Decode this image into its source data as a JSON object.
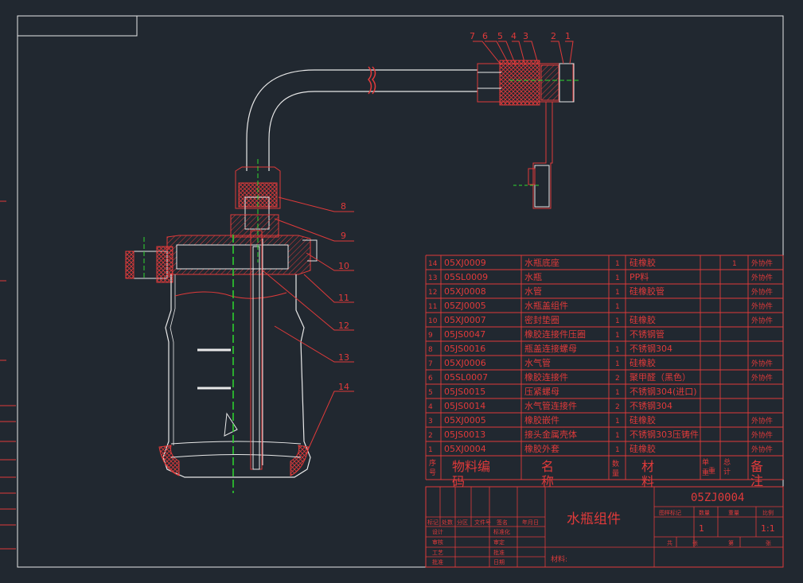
{
  "drawing": {
    "title": "水瓶组件",
    "code": "05ZJ0004",
    "quantity": "1",
    "scale": "1:1",
    "material_label": "材料:"
  },
  "callouts": [
    "1",
    "2",
    "3",
    "4",
    "5",
    "6",
    "7",
    "8",
    "9",
    "10",
    "11",
    "12",
    "13",
    "14"
  ],
  "bom": {
    "rows": [
      {
        "no": "14",
        "code": "05XJ0009",
        "name": "水瓶底座",
        "qty": "1",
        "mat": "硅橡胶",
        "total": "1",
        "note": "外协件"
      },
      {
        "no": "13",
        "code": "05SL0009",
        "name": "水瓶",
        "qty": "1",
        "mat": "PP料",
        "total": "",
        "note": "外协件"
      },
      {
        "no": "12",
        "code": "05XJ0008",
        "name": "水管",
        "qty": "1",
        "mat": "硅橡胶管",
        "total": "",
        "note": "外协件"
      },
      {
        "no": "11",
        "code": "05ZJ0005",
        "name": "水瓶盖组件",
        "qty": "1",
        "mat": "",
        "total": "",
        "note": "外协件"
      },
      {
        "no": "10",
        "code": "05XJ0007",
        "name": "密封垫圈",
        "qty": "1",
        "mat": "硅橡胶",
        "total": "",
        "note": "外协件"
      },
      {
        "no": "9",
        "code": "05JS0047",
        "name": "橡胶连接件压圈",
        "qty": "1",
        "mat": "不锈钢管",
        "total": "",
        "note": ""
      },
      {
        "no": "8",
        "code": "05JS0016",
        "name": "瓶盖连接螺母",
        "qty": "1",
        "mat": "不锈钢304",
        "total": "",
        "note": ""
      },
      {
        "no": "7",
        "code": "05XJ0006",
        "name": "水气管",
        "qty": "1",
        "mat": "硅橡胶",
        "total": "",
        "note": "外协件"
      },
      {
        "no": "6",
        "code": "05SL0007",
        "name": "橡胶连接件",
        "qty": "2",
        "mat": "聚甲醛（黑色）",
        "total": "",
        "note": "外协件"
      },
      {
        "no": "5",
        "code": "05JS0015",
        "name": "压紧螺母",
        "qty": "1",
        "mat": "不锈钢304(进口)",
        "total": "",
        "note": ""
      },
      {
        "no": "4",
        "code": "05JS0014",
        "name": "水气管连接件",
        "qty": "2",
        "mat": "不锈钢304",
        "total": "",
        "note": ""
      },
      {
        "no": "3",
        "code": "05XJ0005",
        "name": "橡胶嵌件",
        "qty": "1",
        "mat": "硅橡胶",
        "total": "",
        "note": "外协件"
      },
      {
        "no": "2",
        "code": "05JS0013",
        "name": "接头金属壳体",
        "qty": "1",
        "mat": "不锈钢303压铸件",
        "total": "",
        "note": "外协件"
      },
      {
        "no": "1",
        "code": "05XJ0004",
        "name": "橡胶外套",
        "qty": "1",
        "mat": "硅橡胶",
        "total": "",
        "note": "外协件"
      }
    ],
    "header": {
      "no_a": "序",
      "no_b": "号",
      "code_a": "物料编",
      "code_b": "码",
      "name_a": "名",
      "name_b": "称",
      "qty_a": "数",
      "qty_b": "量",
      "mat_a": "材",
      "mat_b": "料",
      "single_a": "单",
      "single_b": "重",
      "sum_a": "总",
      "sum_b": "计",
      "note_a": "备",
      "note_b": "注",
      "wt": "重"
    }
  },
  "title_block": {
    "rev_cols": [
      "标记",
      "处数",
      "分区",
      "文件号",
      "签名",
      "年月日"
    ],
    "left_rows": [
      "设计",
      "审核",
      "工艺",
      "批准"
    ],
    "mid_rows": [
      "标准化",
      "",
      "审定",
      "批准",
      "日期"
    ],
    "right_hdr": [
      "图样标记",
      "数量",
      "重量",
      "比例"
    ],
    "bottom_cells": [
      "共",
      "张",
      "第",
      "张"
    ]
  },
  "colors": {
    "bg": "#212830",
    "red": "#e03a3a",
    "white": "#e8e8e8",
    "green": "#2ed82e"
  }
}
